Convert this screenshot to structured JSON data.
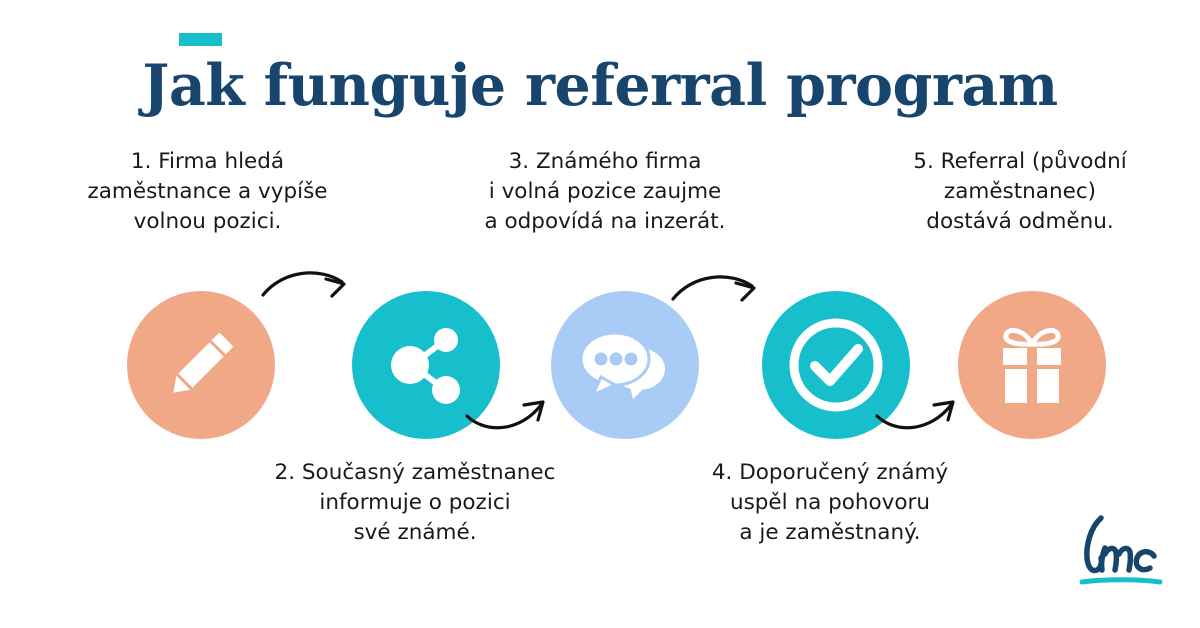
{
  "header": {
    "accent_bar_color": "#17becb",
    "title": "Jak funguje referral program",
    "title_color": "#17456e"
  },
  "palette": {
    "salmon": "#f0a886",
    "teal": "#17becb",
    "light_blue": "#a8ccf5",
    "navy": "#17456e",
    "text": "#1a1a1a",
    "background": "#ffffff"
  },
  "steps": [
    {
      "number": "1",
      "caption": "1. Firma hledá\nzaměstnance a vypíše\nvolnou pozici.",
      "position": "top",
      "icon": "pencil-icon",
      "circle_color": "#f0a886"
    },
    {
      "number": "2",
      "caption": "2. Současný zaměstnanec\ninformuje o pozici\nsvé známé.",
      "position": "bottom",
      "icon": "share-network-icon",
      "circle_color": "#17becb"
    },
    {
      "number": "3",
      "caption": "3. Známého firma\ni volná pozice zaujme\na odpovídá na inzerát.",
      "position": "top",
      "icon": "speech-bubbles-icon",
      "circle_color": "#a8ccf5"
    },
    {
      "number": "4",
      "caption": "4. Doporučený známý\nuspěl na pohovoru\na je zaměstnaný.",
      "position": "bottom",
      "icon": "check-circle-icon",
      "circle_color": "#17becb"
    },
    {
      "number": "5",
      "caption": "5. Referral (původní\nzaměstnanec)\ndostává odměnu.",
      "position": "top",
      "icon": "gift-icon",
      "circle_color": "#f0a886"
    }
  ],
  "arrows": [
    {
      "name": "arrow-step1-to-step2",
      "direction": "right-down-arc"
    },
    {
      "name": "arrow-step2-to-step3",
      "direction": "right-up-arc"
    },
    {
      "name": "arrow-step3-to-step4",
      "direction": "right-down-arc"
    },
    {
      "name": "arrow-step4-to-step5",
      "direction": "right-up-arc"
    }
  ],
  "logo": {
    "text": "lmc",
    "mark_color": "#17456e",
    "underline_color": "#17becb"
  }
}
